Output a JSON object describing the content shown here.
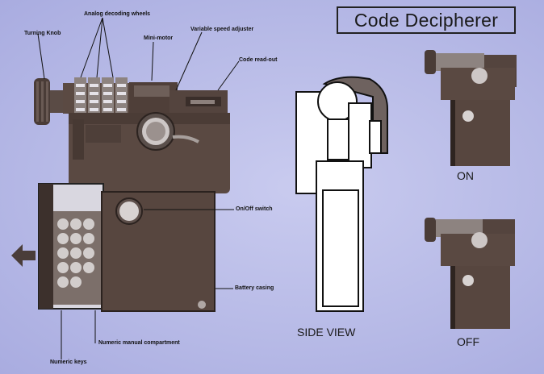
{
  "title": "Code Decipherer",
  "labels": {
    "turning_knob": "Turning Knob",
    "analog_wheels": "Analog decoding wheels",
    "mini_motor": "Mini-motor",
    "speed_adjuster": "Variable speed adjuster",
    "code_readout": "Code read-out",
    "onoff_switch": "On/Off switch",
    "battery_casing": "Battery casing",
    "manual_compartment": "Numeric manual compartment",
    "numeric_keys": "Numeric keys"
  },
  "views": {
    "side_view": "SIDE VIEW",
    "on": "ON",
    "off": "OFF"
  }
}
